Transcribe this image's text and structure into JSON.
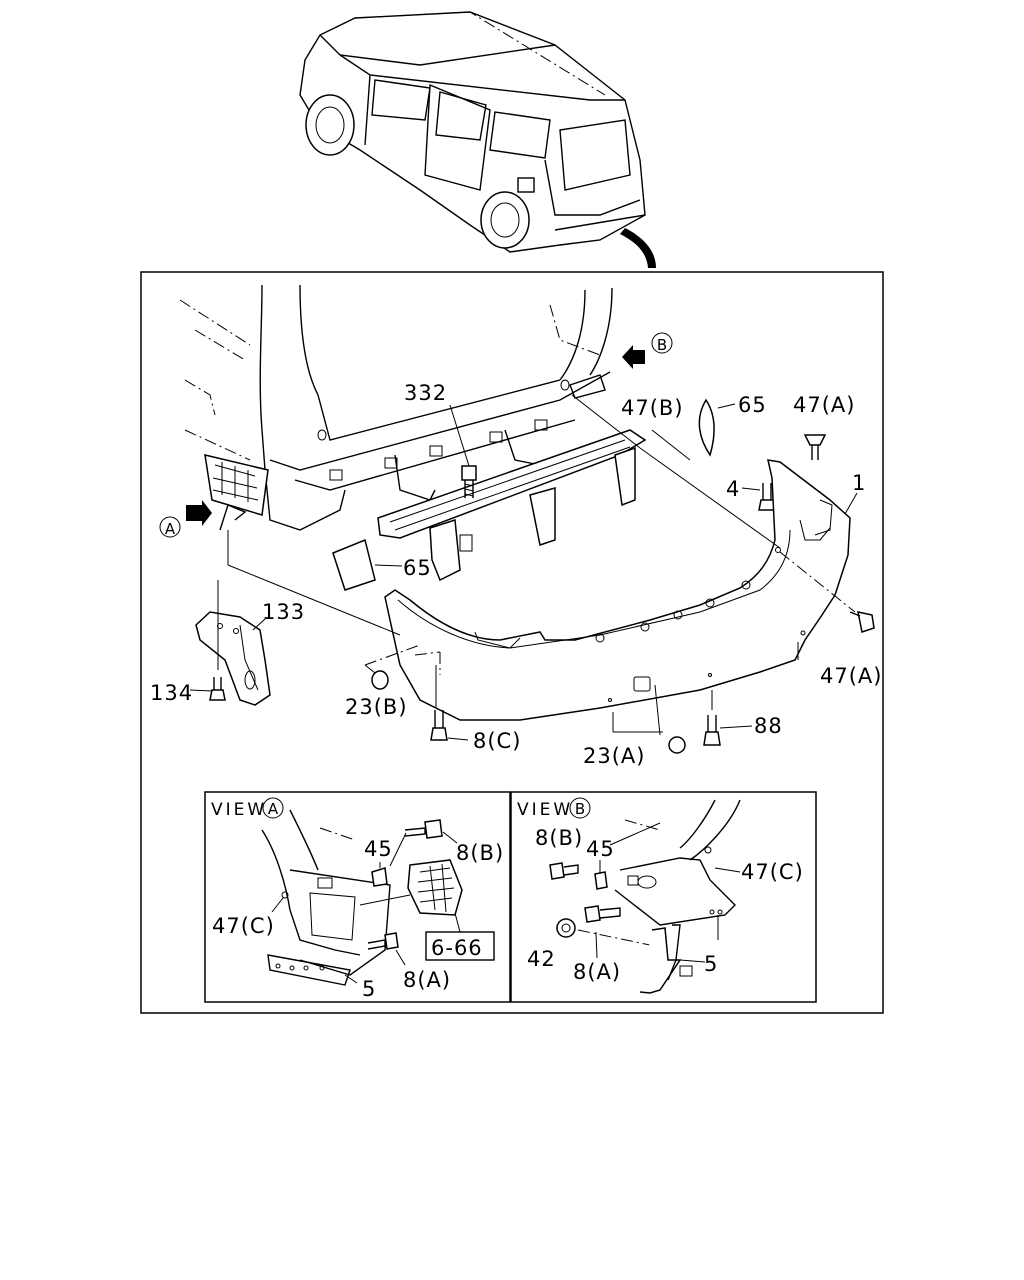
{
  "labels": {
    "p332": "332",
    "p47b": "47(B)",
    "p65_top": "65",
    "p47a_top": "47(A)",
    "p4": "4",
    "p1": "1",
    "p65_mid": "65",
    "p133": "133",
    "p134": "134",
    "p23b": "23(B)",
    "p8c": "8(C)",
    "p23a": "23(A)",
    "p88": "88",
    "p47a_right": "47(A)",
    "view_a_letter": "A",
    "view_b_letter": "B"
  },
  "view_a": {
    "title": "VIEW",
    "letter": "A",
    "p45": "45",
    "p8b": "8(B)",
    "p47c": "47(C)",
    "p6_66": "6-66",
    "p5": "5",
    "p8a": "8(A)"
  },
  "view_b": {
    "title": "VIEW",
    "letter": "B",
    "p8b": "8(B)",
    "p45": "45",
    "p47c": "47(C)",
    "p42": "42",
    "p8a": "8(A)",
    "p5": "5"
  }
}
